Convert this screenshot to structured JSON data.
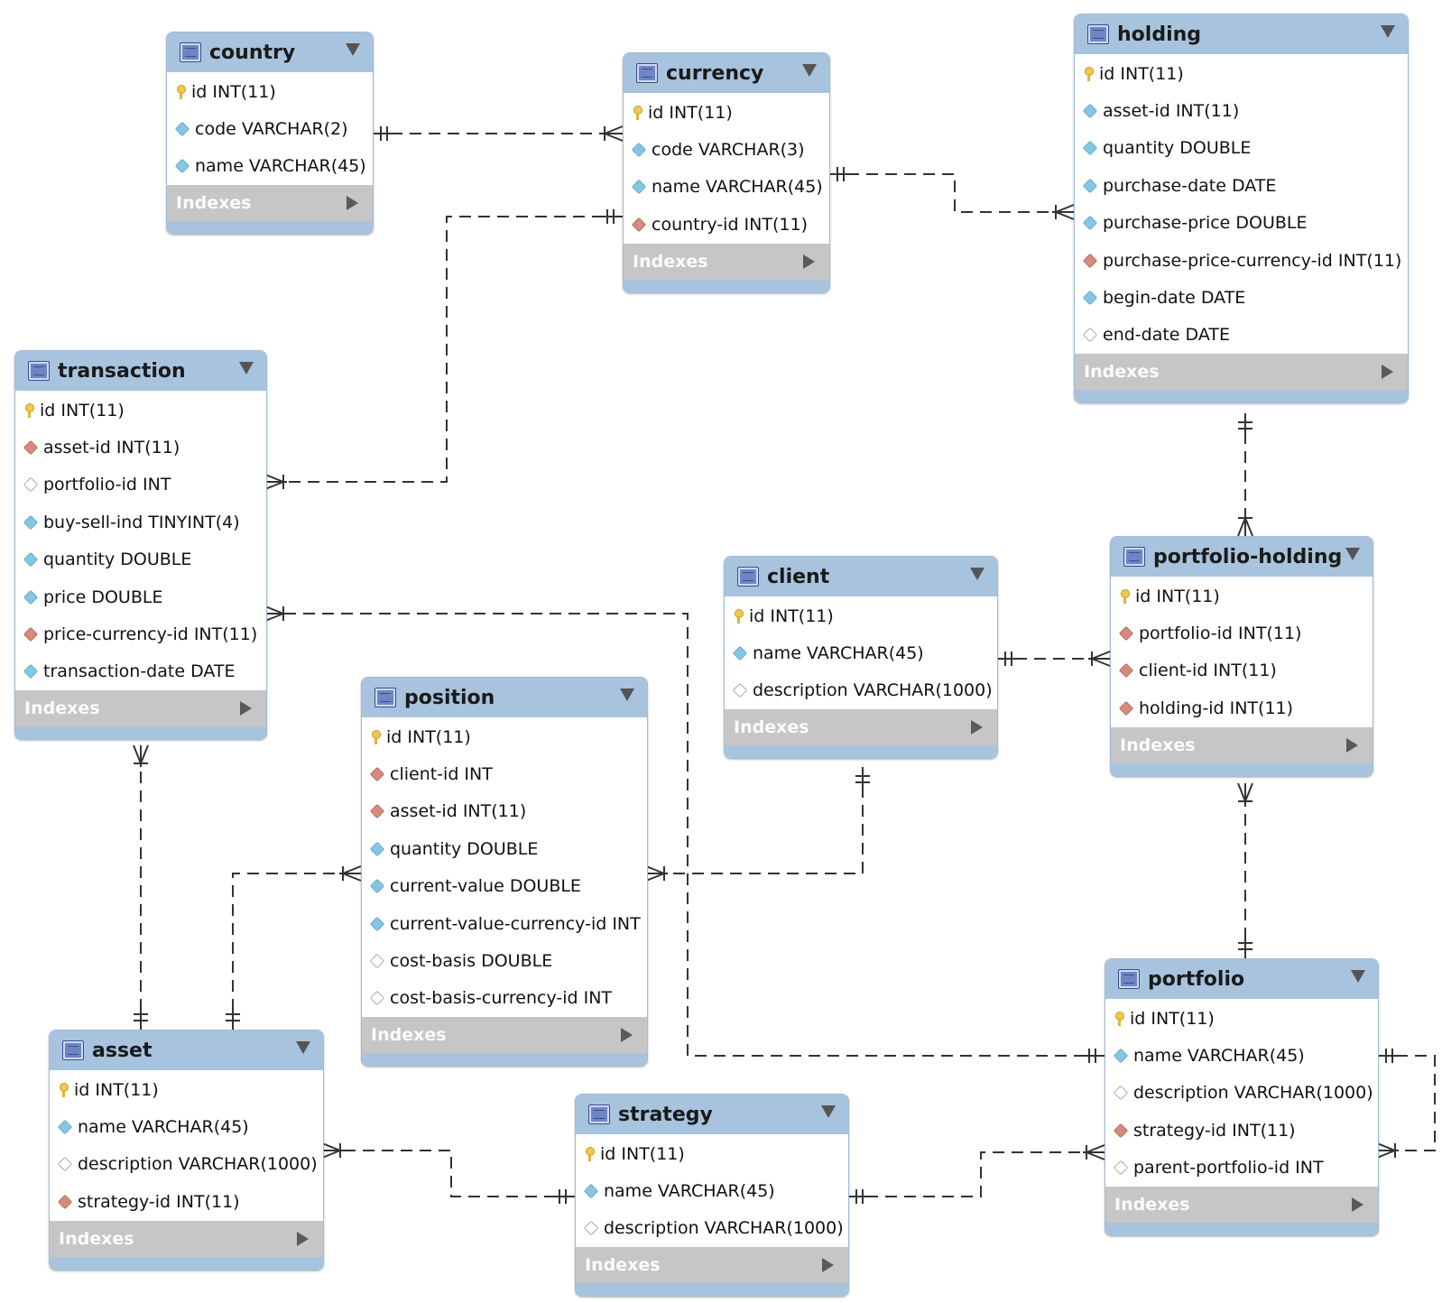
{
  "diagram": {
    "indexes_label": "Indexes",
    "tables": [
      {
        "key": "country",
        "name": "country",
        "columns": [
          {
            "icon": "pk",
            "text": "id INT(11)"
          },
          {
            "icon": "nn",
            "text": "code VARCHAR(2)"
          },
          {
            "icon": "nn",
            "text": "name VARCHAR(45)"
          }
        ]
      },
      {
        "key": "currency",
        "name": "currency",
        "columns": [
          {
            "icon": "pk",
            "text": "id INT(11)"
          },
          {
            "icon": "nn",
            "text": "code VARCHAR(3)"
          },
          {
            "icon": "nn",
            "text": "name VARCHAR(45)"
          },
          {
            "icon": "fk",
            "text": "country-id INT(11)"
          }
        ]
      },
      {
        "key": "holding",
        "name": "holding",
        "columns": [
          {
            "icon": "pk",
            "text": "id INT(11)"
          },
          {
            "icon": "nn",
            "text": "asset-id INT(11)"
          },
          {
            "icon": "nn",
            "text": "quantity DOUBLE"
          },
          {
            "icon": "nn",
            "text": "purchase-date DATE"
          },
          {
            "icon": "nn",
            "text": "purchase-price DOUBLE"
          },
          {
            "icon": "fk",
            "text": "purchase-price-currency-id INT(11)"
          },
          {
            "icon": "nn",
            "text": "begin-date DATE"
          },
          {
            "icon": "opt",
            "text": "end-date DATE"
          }
        ]
      },
      {
        "key": "transaction",
        "name": "transaction",
        "columns": [
          {
            "icon": "pk",
            "text": "id INT(11)"
          },
          {
            "icon": "fk",
            "text": "asset-id INT(11)"
          },
          {
            "icon": "opt",
            "text": "portfolio-id INT"
          },
          {
            "icon": "nn",
            "text": "buy-sell-ind TINYINT(4)"
          },
          {
            "icon": "nn",
            "text": "quantity DOUBLE"
          },
          {
            "icon": "nn",
            "text": "price DOUBLE"
          },
          {
            "icon": "fk",
            "text": "price-currency-id INT(11)"
          },
          {
            "icon": "nn",
            "text": "transaction-date DATE"
          }
        ]
      },
      {
        "key": "client",
        "name": "client",
        "columns": [
          {
            "icon": "pk",
            "text": "id INT(11)"
          },
          {
            "icon": "nn",
            "text": "name VARCHAR(45)"
          },
          {
            "icon": "opt",
            "text": "description VARCHAR(1000)"
          }
        ]
      },
      {
        "key": "portfolio-holding",
        "name": "portfolio-holding",
        "columns": [
          {
            "icon": "pk",
            "text": "id INT(11)"
          },
          {
            "icon": "fk",
            "text": "portfolio-id INT(11)"
          },
          {
            "icon": "fk",
            "text": "client-id INT(11)"
          },
          {
            "icon": "fk",
            "text": "holding-id INT(11)"
          }
        ]
      },
      {
        "key": "position",
        "name": "position",
        "columns": [
          {
            "icon": "pk",
            "text": "id INT(11)"
          },
          {
            "icon": "fk",
            "text": "client-id INT"
          },
          {
            "icon": "fk",
            "text": "asset-id INT(11)"
          },
          {
            "icon": "nn",
            "text": "quantity DOUBLE"
          },
          {
            "icon": "nn",
            "text": "current-value DOUBLE"
          },
          {
            "icon": "nn",
            "text": "current-value-currency-id INT"
          },
          {
            "icon": "opt",
            "text": "cost-basis DOUBLE"
          },
          {
            "icon": "opt",
            "text": "cost-basis-currency-id INT"
          }
        ]
      },
      {
        "key": "asset",
        "name": "asset",
        "columns": [
          {
            "icon": "pk",
            "text": "id INT(11)"
          },
          {
            "icon": "nn",
            "text": "name VARCHAR(45)"
          },
          {
            "icon": "opt",
            "text": "description VARCHAR(1000)"
          },
          {
            "icon": "fk",
            "text": "strategy-id INT(11)"
          }
        ]
      },
      {
        "key": "strategy",
        "name": "strategy",
        "columns": [
          {
            "icon": "pk",
            "text": "id INT(11)"
          },
          {
            "icon": "nn",
            "text": "name VARCHAR(45)"
          },
          {
            "icon": "opt",
            "text": "description VARCHAR(1000)"
          }
        ]
      },
      {
        "key": "portfolio",
        "name": "portfolio",
        "columns": [
          {
            "icon": "pk",
            "text": "id INT(11)"
          },
          {
            "icon": "nn",
            "text": "name VARCHAR(45)"
          },
          {
            "icon": "opt",
            "text": "description VARCHAR(1000)"
          },
          {
            "icon": "fk",
            "text": "strategy-id INT(11)"
          },
          {
            "icon": "opt",
            "text": "parent-portfolio-id INT"
          }
        ]
      }
    ],
    "relationships": [
      {
        "from": "country",
        "to": "currency",
        "from_end": "one",
        "to_end": "many"
      },
      {
        "from": "currency",
        "to": "holding",
        "from_end": "one",
        "to_end": "many"
      },
      {
        "from": "currency",
        "to": "transaction",
        "from_end": "one",
        "to_end": "many"
      },
      {
        "from": "holding",
        "to": "portfolio-holding",
        "from_end": "one",
        "to_end": "many"
      },
      {
        "from": "client",
        "to": "portfolio-holding",
        "from_end": "one",
        "to_end": "many"
      },
      {
        "from": "portfolio",
        "to": "portfolio-holding",
        "from_end": "one",
        "to_end": "many"
      },
      {
        "from": "portfolio",
        "to": "transaction",
        "from_end": "one",
        "to_end": "many"
      },
      {
        "from": "asset",
        "to": "transaction",
        "from_end": "one",
        "to_end": "many"
      },
      {
        "from": "asset",
        "to": "position",
        "from_end": "one",
        "to_end": "many"
      },
      {
        "from": "client",
        "to": "position",
        "from_end": "one",
        "to_end": "many"
      },
      {
        "from": "strategy",
        "to": "asset",
        "from_end": "one",
        "to_end": "many"
      },
      {
        "from": "strategy",
        "to": "portfolio",
        "from_end": "one",
        "to_end": "many"
      },
      {
        "from": "portfolio",
        "to": "portfolio",
        "from_end": "one",
        "to_end": "many"
      }
    ]
  }
}
